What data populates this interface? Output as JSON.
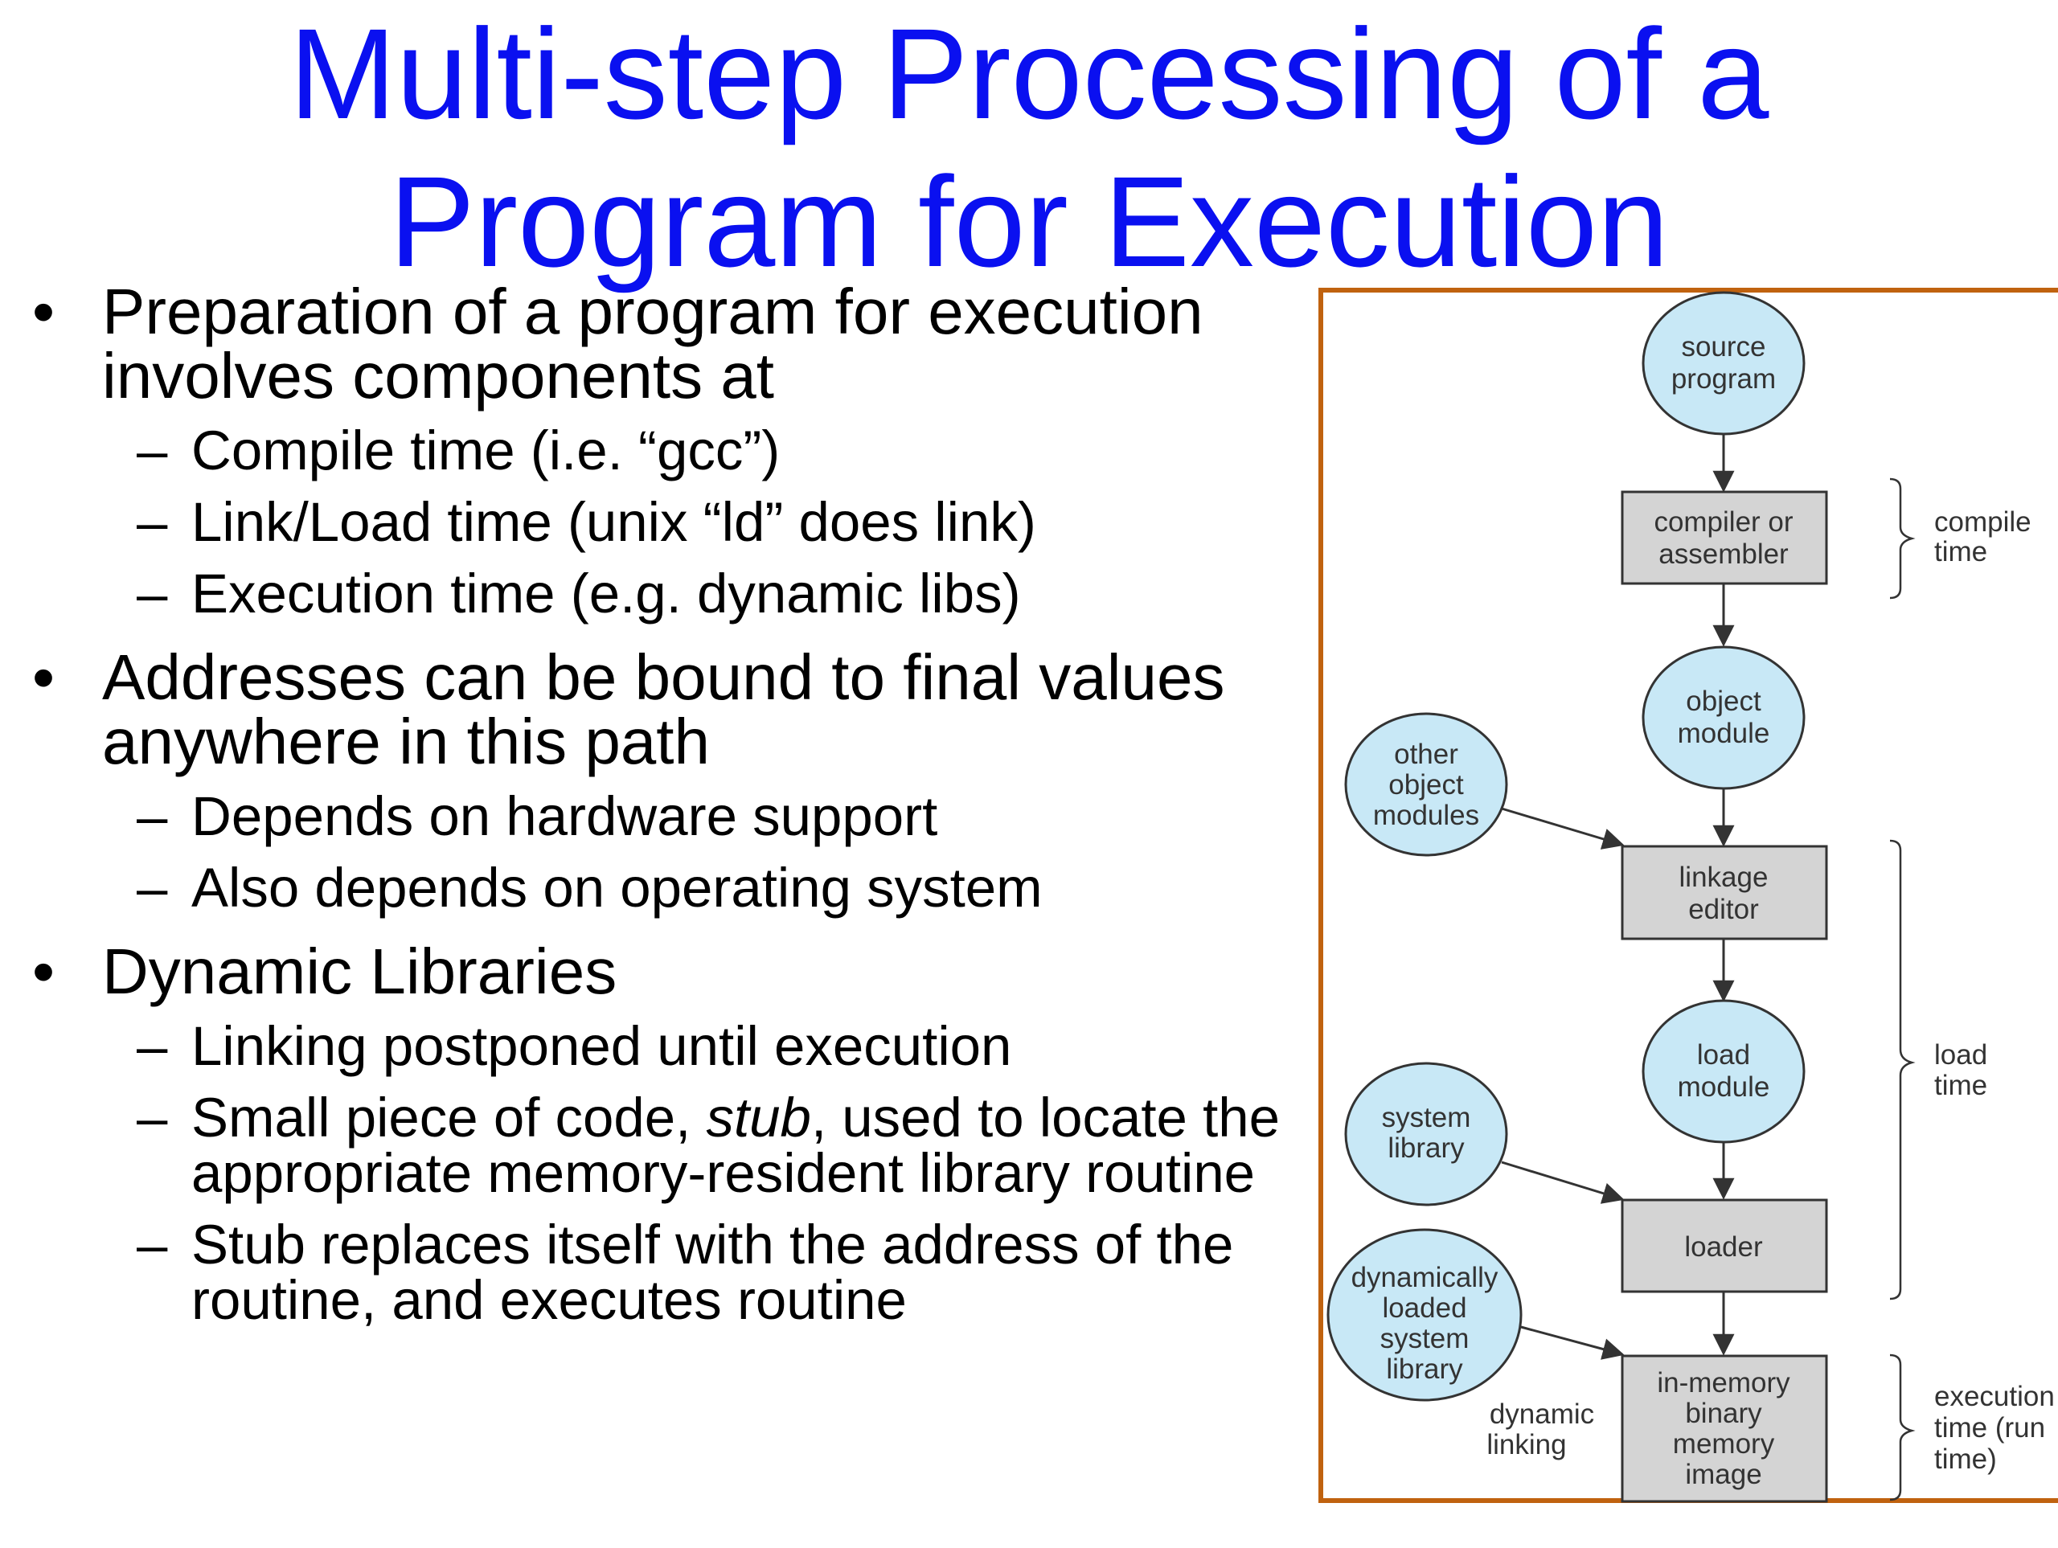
{
  "title": {
    "line1": "Multi-step Processing of a",
    "line2": "Program for Execution"
  },
  "bullets": {
    "b1": {
      "text": "Preparation of a program for execution involves components at",
      "subs": [
        "Compile time (i.e. “gcc”)",
        "Link/Load time (unix “ld” does link)",
        "Execution time (e.g. dynamic libs)"
      ]
    },
    "b2": {
      "text": "Addresses can be bound to final values anywhere in this path",
      "subs": [
        "Depends on hardware support",
        "Also depends on operating system"
      ]
    },
    "b3": {
      "text": "Dynamic Libraries",
      "subs": [
        "Linking postponed until execution",
        {
          "pre": "Small piece of code, ",
          "em": "stub",
          "post": ", used to locate the appropriate memory-resident library routine"
        },
        "Stub replaces itself with the address of the routine, and executes routine"
      ]
    }
  },
  "diagram": {
    "colors": {
      "frame": "#c0620f",
      "circle_fill": "#c8e8f6",
      "box_fill": "#d4d4d4",
      "stroke": "#333333"
    },
    "nodes": {
      "source_program": {
        "lines": [
          "source",
          "program"
        ]
      },
      "compiler": {
        "lines": [
          "compiler or",
          "assembler"
        ]
      },
      "object_module": {
        "lines": [
          "object",
          "module"
        ]
      },
      "other_object_modules": {
        "lines": [
          "other",
          "object",
          "modules"
        ]
      },
      "linkage_editor": {
        "lines": [
          "linkage",
          "editor"
        ]
      },
      "load_module": {
        "lines": [
          "load",
          "module"
        ]
      },
      "system_library": {
        "lines": [
          "system",
          "library"
        ]
      },
      "loader": {
        "lines": [
          "loader"
        ]
      },
      "dynamically_loaded": {
        "lines": [
          "dynamically",
          "loaded",
          "system",
          "library"
        ]
      },
      "in_memory": {
        "lines": [
          "in-memory",
          "binary",
          "memory",
          "image"
        ]
      }
    },
    "dynamic_linking": [
      "dynamic",
      "linking"
    ],
    "phases": {
      "compile": [
        "compile",
        "time"
      ],
      "load": [
        "load",
        "time"
      ],
      "execution": [
        "execution",
        "time (run",
        "time)"
      ]
    }
  }
}
